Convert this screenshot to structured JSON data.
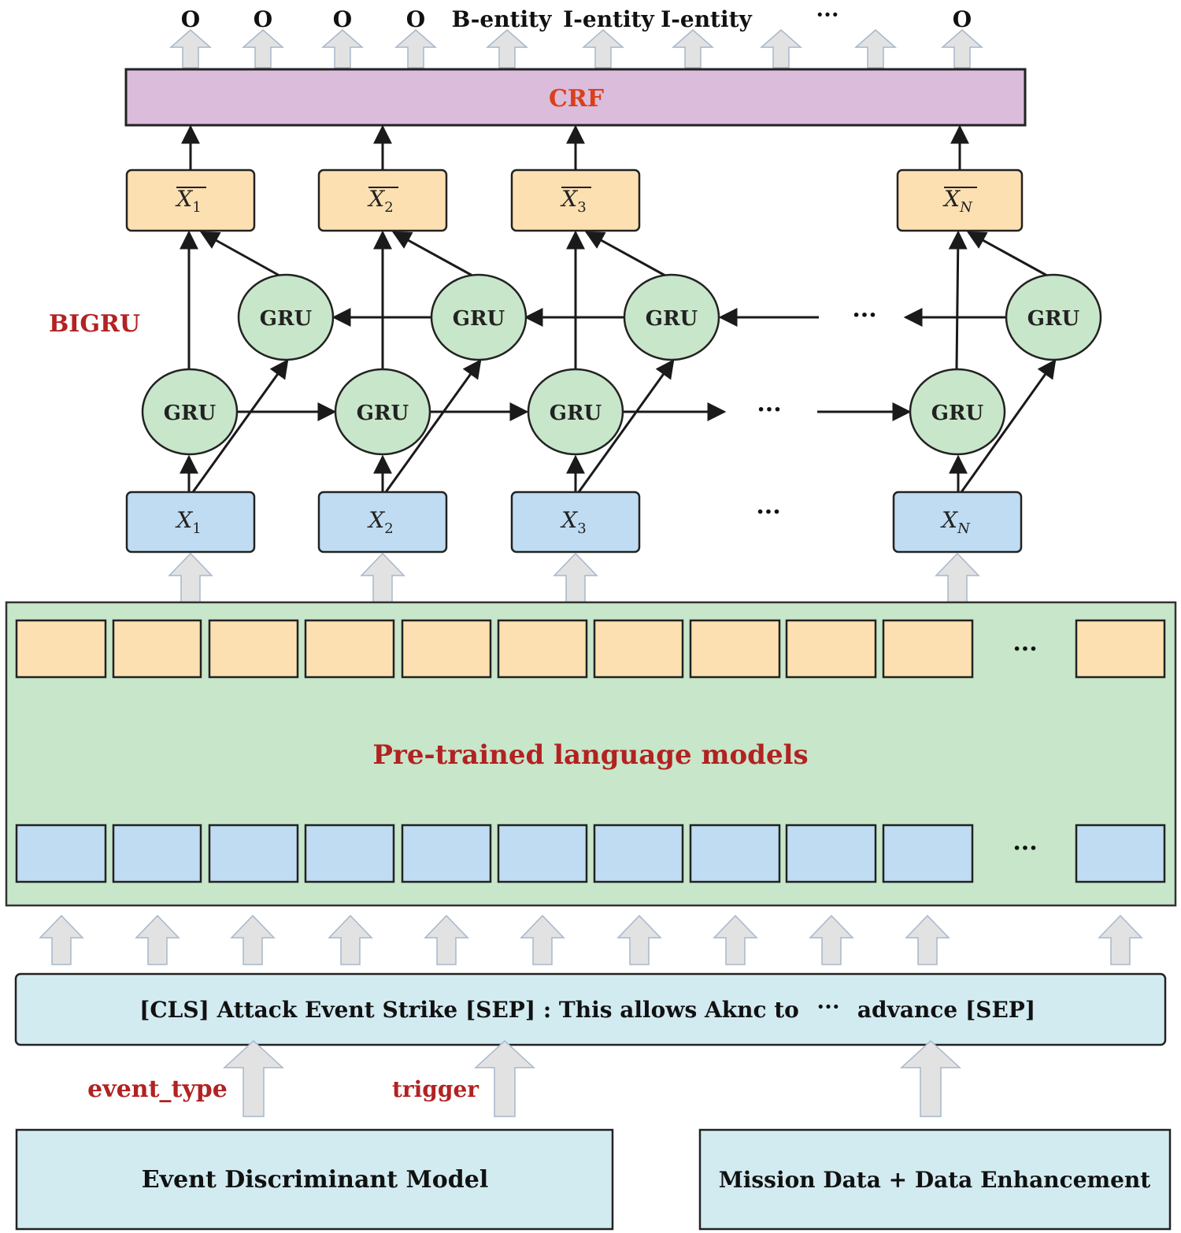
{
  "output_tags": [
    "O",
    "O",
    "O",
    "O",
    "B-entity",
    "I-entity",
    "I-entity",
    "···",
    "",
    "O"
  ],
  "crf_label": "CRF",
  "bigru_label": "BIGRU",
  "gru_label": "GRU",
  "ellipsis": "···",
  "hidden_outputs": [
    {
      "base": "X",
      "sub": "1"
    },
    {
      "base": "X",
      "sub": "2"
    },
    {
      "base": "X",
      "sub": "3"
    },
    {
      "base": "X",
      "sub": "N"
    }
  ],
  "inputs": [
    {
      "base": "X",
      "sub": "1"
    },
    {
      "base": "X",
      "sub": "2"
    },
    {
      "base": "X",
      "sub": "3"
    },
    {
      "base": "X",
      "sub": "N"
    }
  ],
  "plm_label": "Pre-trained language models",
  "sequence_text": "[CLS] Attack Event Strike [SEP] : This allows Aknc to",
  "sequence_end": "advance [SEP]",
  "event_type_label": "event_type",
  "trigger_label": "trigger",
  "bottom_left_box": "Event Discriminant Model",
  "bottom_right_box": "Mission Data + Data Enhancement",
  "colors": {
    "crf_fill": "#dbbcdb",
    "crf_text": "#d9401a",
    "orange": "#fde0b2",
    "blue": "#bfdcf2",
    "green_node": "#c8e6c9",
    "plm_bg": "#c8e6c9",
    "red_label": "#b22222",
    "light_box": "#d2ebf1",
    "gray_arrow": "#e2e2e2"
  }
}
